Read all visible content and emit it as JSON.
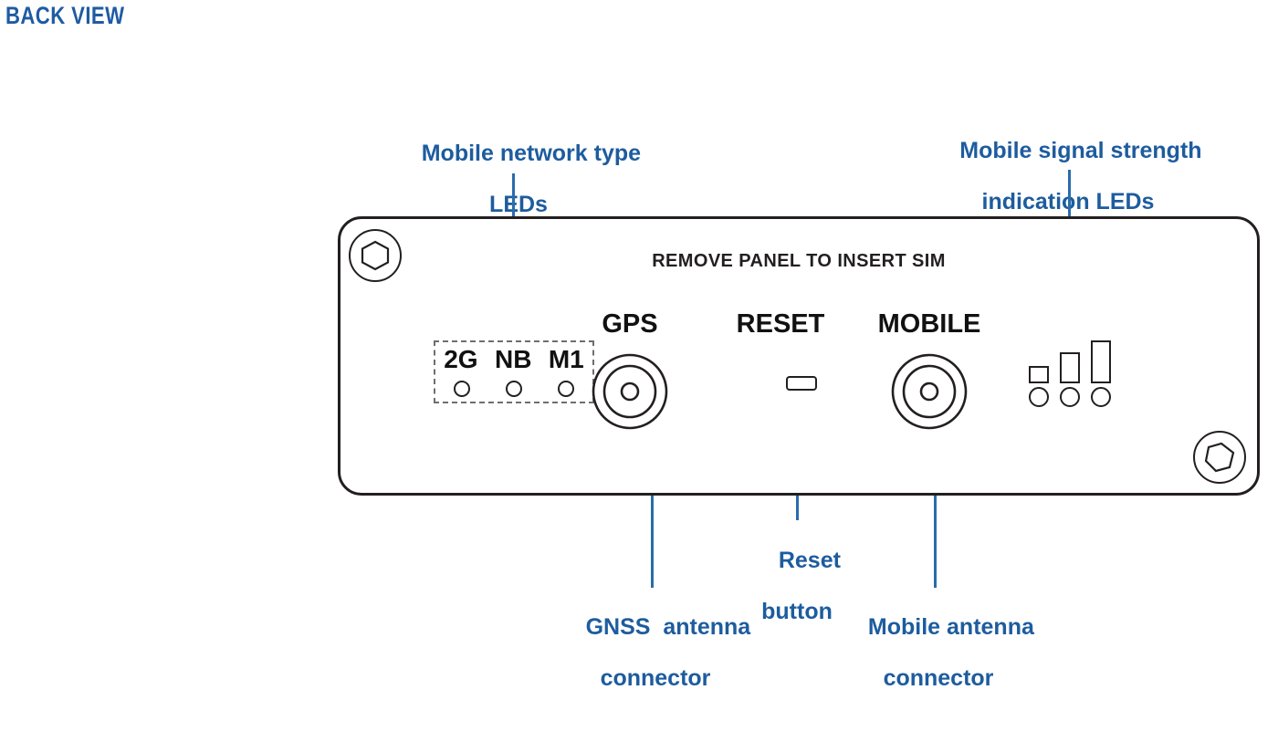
{
  "page": {
    "section_title": "BACK VIEW",
    "accent_color": "#1d5c9e",
    "leader_line_color": "#2b6cab",
    "outline_color": "#231f20",
    "dashed_box_color": "#6d6e71",
    "background_color": "#ffffff"
  },
  "callouts": {
    "network_type": {
      "line1": "Mobile network type",
      "line2": "LEDs"
    },
    "signal_strength": {
      "line1": "Mobile signal strength",
      "line2": "indication LEDs"
    },
    "reset_button": {
      "line1": "Reset",
      "line2": "button"
    },
    "gnss_connector": {
      "line1": "GNSS  antenna",
      "line2": "connector"
    },
    "mobile_connector": {
      "line1": "Mobile antenna",
      "line2": "connector"
    }
  },
  "device": {
    "silkscreen_text": "REMOVE PANEL TO INSERT SIM",
    "port_labels": {
      "gps": "GPS",
      "reset": "RESET",
      "mobile": "MOBILE"
    },
    "network_leds": [
      {
        "label": "2G"
      },
      {
        "label": "NB"
      },
      {
        "label": "M1"
      }
    ],
    "signal_leds": {
      "bar_count": 3,
      "dot_count": 3
    },
    "screws": [
      {
        "position": "top-left"
      },
      {
        "position": "bottom-right"
      }
    ]
  }
}
